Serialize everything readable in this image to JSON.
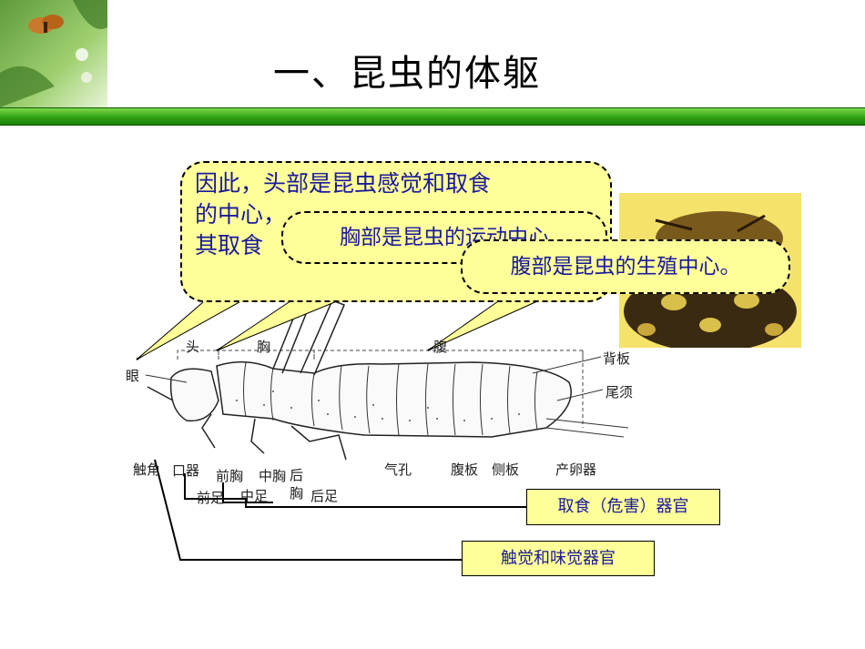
{
  "page": {
    "title": "一、昆虫的体躯"
  },
  "bubbles": {
    "head_lines": [
      "因此，头部是昆虫感觉和取食",
      "的中心，",
      "其取食"
    ],
    "thorax": "胸部是昆虫的运动中心",
    "abdomen": "腹部是昆虫的生殖中心。"
  },
  "boxes": {
    "feeding": "取食（危害）器官",
    "sense": "触觉和味觉器官"
  },
  "diagram_labels": {
    "head": "头",
    "thorax": "胸",
    "abdomen": "腹",
    "eye": "眼",
    "antenna": "触角",
    "mouthparts": "口器",
    "prothorax": "前胸",
    "mesothorax": "中胸",
    "metathorax": "后胸",
    "foreleg": "前足",
    "midleg": "中足",
    "hindleg": "后足",
    "spiracle": "气孔",
    "sternite": "腹板",
    "pleurite": "侧板",
    "ovipositor": "产卵器",
    "tergite": "背板",
    "cercus": "尾须"
  },
  "colors": {
    "bubble_fill": "#ffff99",
    "bubble_text": "#1a1a9c",
    "title_bar": "#2fa312"
  },
  "icons": {
    "corner": "butterfly-plant-photo",
    "bee": "bee-photo"
  }
}
